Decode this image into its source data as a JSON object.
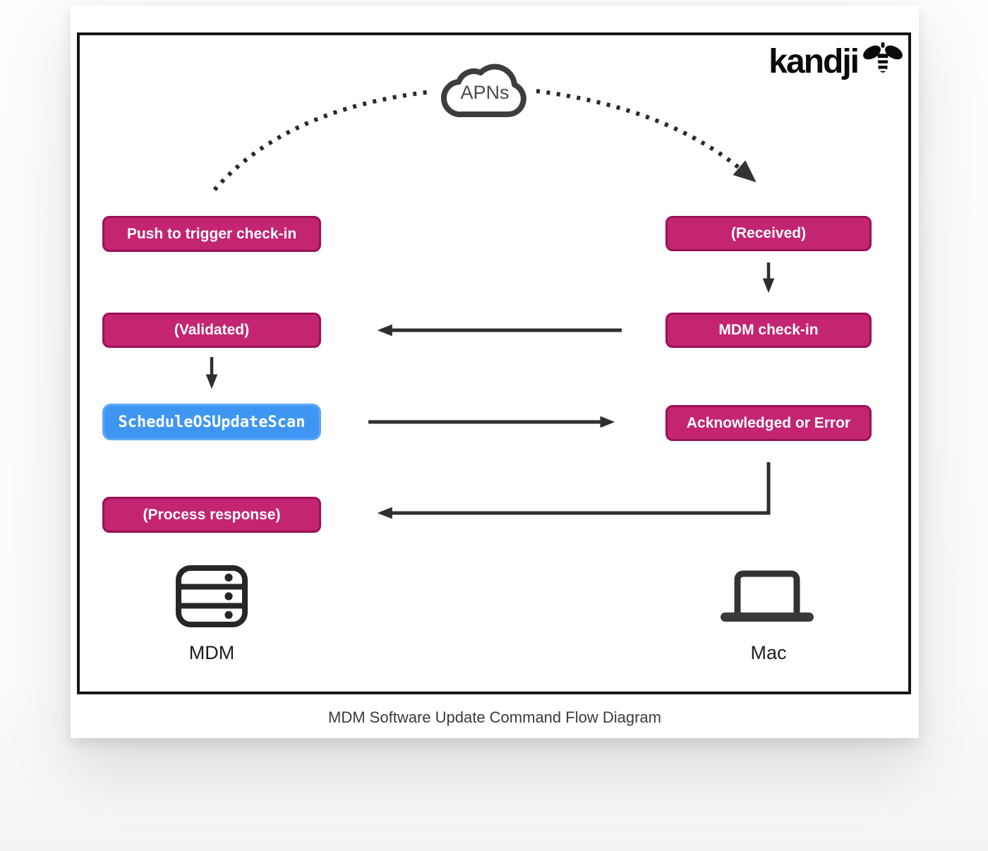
{
  "header": {
    "brand": "kandji"
  },
  "cloud": {
    "label": "APNs"
  },
  "mdm_column": {
    "boxes": [
      {
        "label": "Push to trigger check-in",
        "style": "pink"
      },
      {
        "label": "(Validated)",
        "style": "pink"
      },
      {
        "label": "ScheduleOSUpdateScan",
        "style": "blue"
      },
      {
        "label": "(Process response)",
        "style": "pink"
      }
    ],
    "entity": {
      "label": "MDM",
      "icon": "server-icon"
    }
  },
  "mac_column": {
    "boxes": [
      {
        "label": "(Received)",
        "style": "pink"
      },
      {
        "label": "MDM check-in",
        "style": "pink"
      },
      {
        "label": "Acknowledged or Error",
        "style": "pink"
      }
    ],
    "entity": {
      "label": "Mac",
      "icon": "laptop-icon"
    }
  },
  "caption": "MDM Software Update Command Flow Diagram",
  "colors": {
    "pink": "#c32572",
    "pink_border": "#9a1156",
    "blue": "#3e96f2",
    "blue_border": "#5fa8f6",
    "line": "#2e2e2e",
    "frame": "#161616"
  }
}
